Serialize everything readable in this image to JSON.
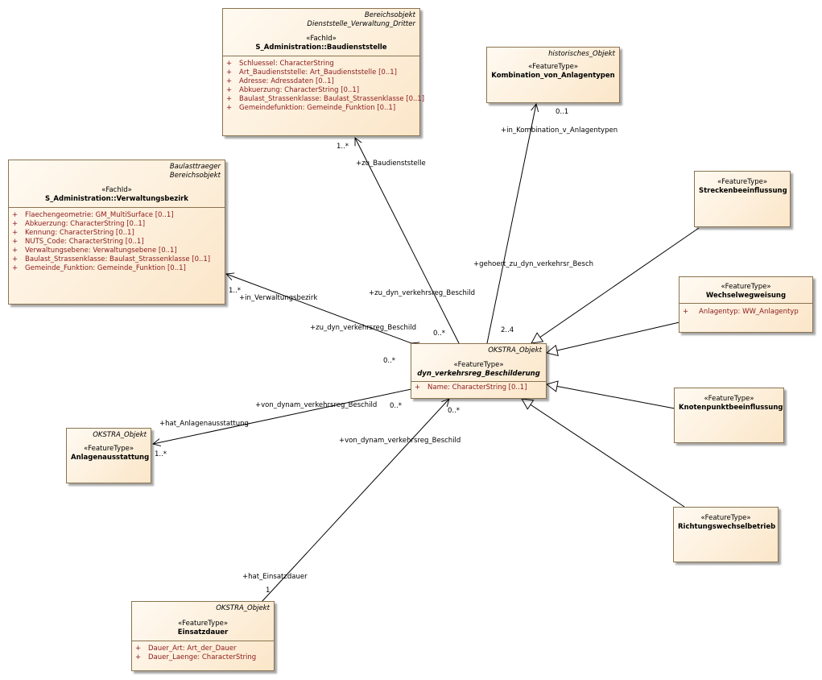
{
  "classes": {
    "baudienststelle": {
      "tags": [
        "Bereichsobjekt",
        "Dienststelle_Verwaltung_Dritter"
      ],
      "stereotype": "«FachId»",
      "name": "S_Administration::Baudienststelle",
      "attributes": [
        "Schluessel: CharacterString",
        "Art_Baudienststelle: Art_Baudienststelle [0..1]",
        "Adresse: Adressdaten [0..1]",
        "Abkuerzung: CharacterString [0..1]",
        "Baulast_Strassenklasse: Baulast_Strassenklasse [0..1]",
        "Gemeindefunktion: Gemeinde_Funktion [0..1]"
      ]
    },
    "kombination": {
      "tags": [
        "historisches_Objekt"
      ],
      "stereotype": "«FeatureType»",
      "name": "Kombination_von_Anlagentypen",
      "attributes": []
    },
    "verwaltungsbezirk": {
      "tags": [
        "Baulasttraeger",
        "Bereichsobjekt"
      ],
      "stereotype": "«FachId»",
      "name": "S_Administration::Verwaltungsbezirk",
      "attributes": [
        "Flaechengeometrie: GM_MultiSurface [0..1]",
        "Abkuerzung: CharacterString [0..1]",
        "Kennung: CharacterString [0..1]",
        "NUTS_Code: CharacterString [0..1]",
        "Verwaltungsebene: Verwaltungsebene [0..1]",
        "Baulast_Strassenklasse: Baulast_Strassenklasse [0..1]",
        "Gemeinde_Funktion: Gemeinde_Funktion [0..1]"
      ]
    },
    "streckenbeeinflussung": {
      "tags": [],
      "stereotype": "«FeatureType»",
      "name": "Streckenbeeinflussung",
      "attributes": []
    },
    "wechselwegweisung": {
      "tags": [],
      "stereotype": "«FeatureType»",
      "name": "Wechselwegweisung",
      "attributes": [
        "Anlagentyp: WW_Anlagentyp"
      ]
    },
    "beschilderung": {
      "tags": [
        "OKSTRA_Objekt"
      ],
      "stereotype": "«FeatureType»",
      "name": "dyn_verkehrsreg_Beschilderung",
      "attributes": [
        "Name: CharacterString [0..1]"
      ]
    },
    "knotenpunkt": {
      "tags": [],
      "stereotype": "«FeatureType»",
      "name": "Knotenpunktbeeinflussung",
      "attributes": []
    },
    "anlagenausstattung": {
      "tags": [
        "OKSTRA_Objekt"
      ],
      "stereotype": "«FeatureType»",
      "name": "Anlagenausstattung",
      "attributes": []
    },
    "richtungswechsel": {
      "tags": [],
      "stereotype": "«FeatureType»",
      "name": "Richtungswechselbetrieb",
      "attributes": []
    },
    "einsatzdauer": {
      "tags": [
        "OKSTRA_Objekt"
      ],
      "stereotype": "«FeatureType»",
      "name": "Einsatzdauer",
      "attributes": [
        "Dauer_Art: Art_der_Dauer",
        "Dauer_Laenge: CharacterString"
      ]
    }
  },
  "visibility": "+",
  "labels": {
    "zu_baudienststelle": "+zu_Baudienststelle",
    "mult_baud_top": "1..*",
    "zu_beschild_1": "+zu_dyn_verkehrsreg_Beschild",
    "mult_beschild_1": "0..*",
    "in_kombination": "+in_Kombination_v_Anlagentypen",
    "mult_kombi": "0..1",
    "gehoert_zu": "+gehoert_zu_dyn_verkehrsr_Besch",
    "mult_gehoert": "2..4",
    "in_verwaltungsbezirk": "+in_Verwaltungsbezirk",
    "mult_verw": "1..*",
    "zu_beschild_2": "+zu_dyn_verkehrsreg_Beschild",
    "mult_beschild_2": "0..*",
    "von_dynam_1": "+von_dynam_verkehrsreg_Beschild",
    "mult_von_1": "0..*",
    "hat_anlagenausstattung": "+hat_Anlagenausstattung",
    "mult_anlagen": "1..*",
    "von_dynam_2": "+von_dynam_verkehrsreg_Beschild",
    "mult_von_2": "0..*",
    "hat_einsatzdauer": "+hat_Einsatzdauer",
    "mult_einsatz": "1"
  }
}
